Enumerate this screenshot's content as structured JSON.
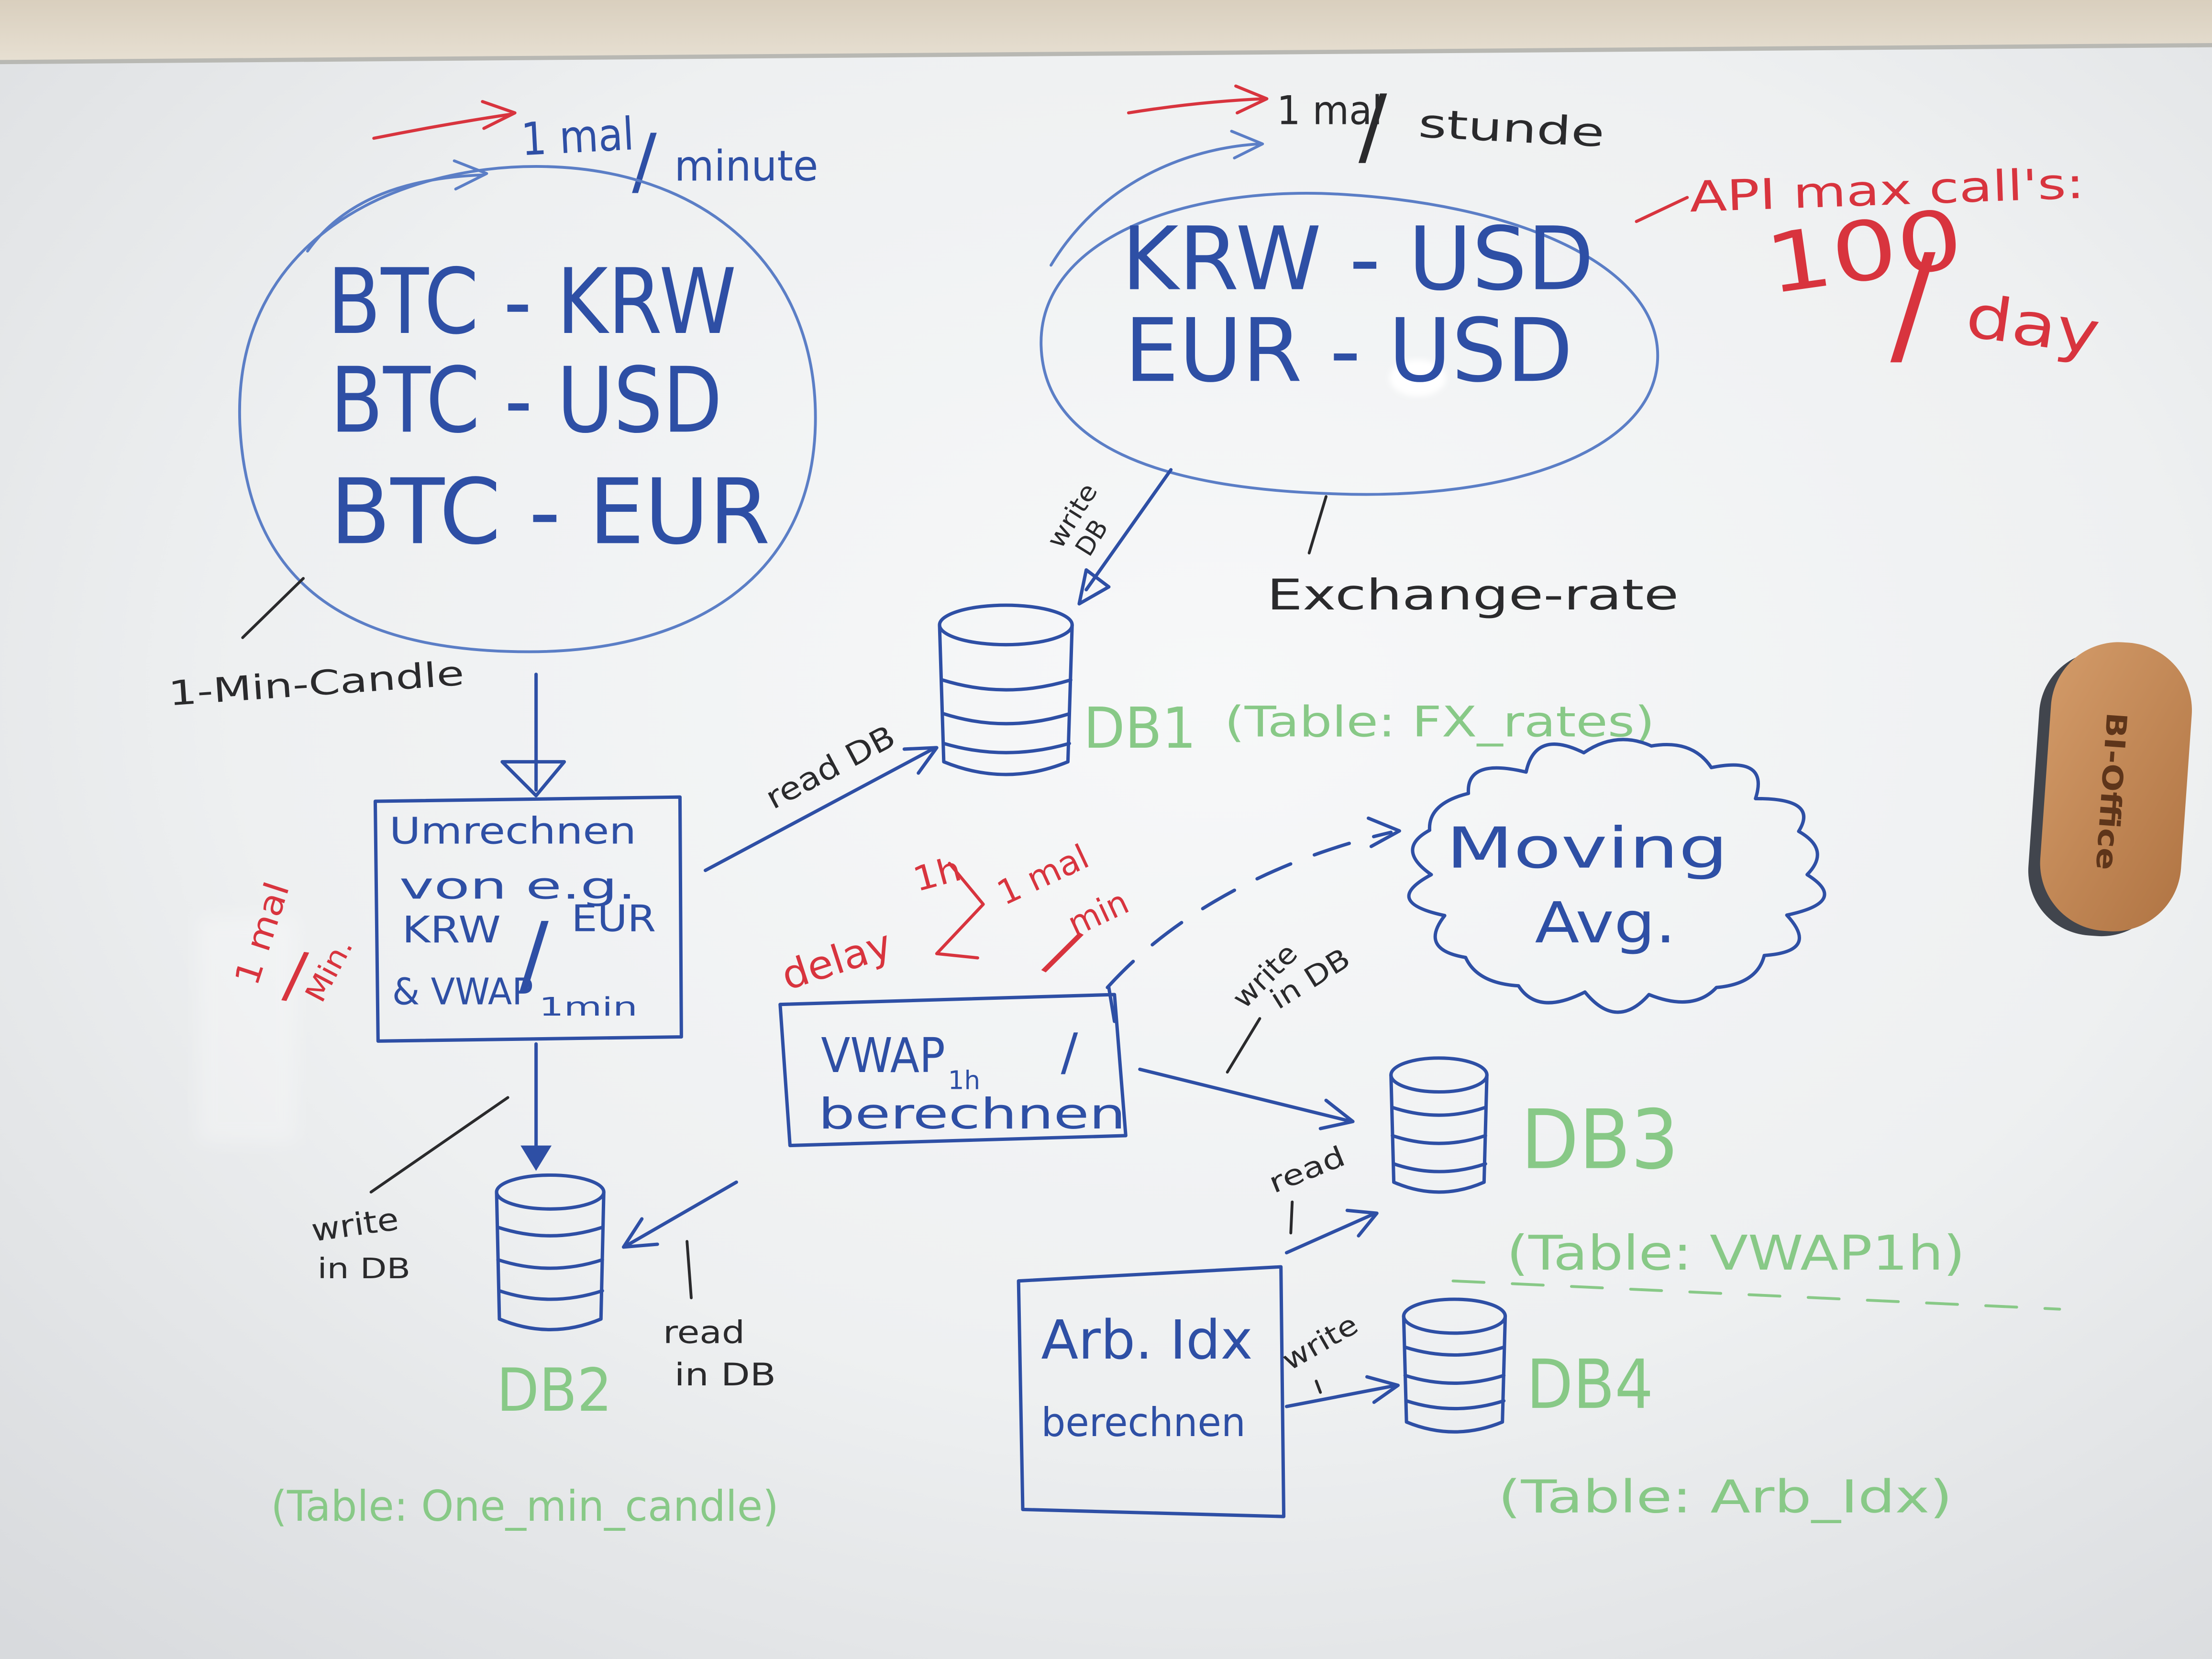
{
  "ink_colors": {
    "blue": "#2e4fa5",
    "light_blue": "#5b7ec6",
    "red": "#d8343e",
    "green": "#88c987",
    "black": "#2a2a2c"
  },
  "crypto_feed": {
    "frequency": {
      "count": "1 mal",
      "slash": "/",
      "unit": "minute"
    },
    "pairs": [
      "BTC - KRW",
      "BTC - USD",
      "BTC - EUR"
    ],
    "caption": "1-Min-Candle"
  },
  "fx_feed": {
    "frequency": {
      "count": "1 mal",
      "slash": "/",
      "unit": "stunde"
    },
    "pairs": [
      "KRW - USD",
      "EUR - USD"
    ],
    "caption": "Exchange-rate",
    "api_limit": {
      "label": "API max call's:",
      "value": "100",
      "slash": "/",
      "unit": "day"
    }
  },
  "db1": {
    "write_label": {
      "line1": "write",
      "line2": "DB"
    },
    "name": "DB1",
    "table": "(Table: FX_rates)"
  },
  "convert_step": {
    "read_label": "read DB",
    "title": "Umrechnen",
    "line2": "von e.g.",
    "from": "KRW",
    "slash": "/",
    "to": "EUR",
    "line4": "& VWAP",
    "subscript": "1min",
    "frequency": {
      "count": "1 mal",
      "slash": "/",
      "unit": "Min."
    }
  },
  "db2": {
    "write_label": {
      "line1": "write",
      "line2": "in DB"
    },
    "read_label": {
      "line1": "read",
      "line2": "in DB"
    },
    "name": "DB2",
    "table": "(Table: One_min_candle)"
  },
  "vwap_step": {
    "delay": {
      "label": "delay",
      "value": "1h"
    },
    "frequency": {
      "count": "1 mal",
      "slash": "/",
      "unit": "min"
    },
    "title": "VWAP",
    "subscript": "1h",
    "slash": "/",
    "line2": "berechnen"
  },
  "moving_avg": {
    "line1": "Moving",
    "line2": "Avg."
  },
  "db3": {
    "write_label": {
      "line1": "write",
      "line2": "in DB"
    },
    "read_label": "read",
    "name": "DB3",
    "table": "(Table: VWAP1h)"
  },
  "arb_step": {
    "title": "Arb. Idx",
    "line2": "berechnen"
  },
  "db4": {
    "write_label": "write",
    "name": "DB4",
    "table": "(Table: Arb_Idx)"
  },
  "eraser": {
    "logo_text": "BI-Office"
  }
}
